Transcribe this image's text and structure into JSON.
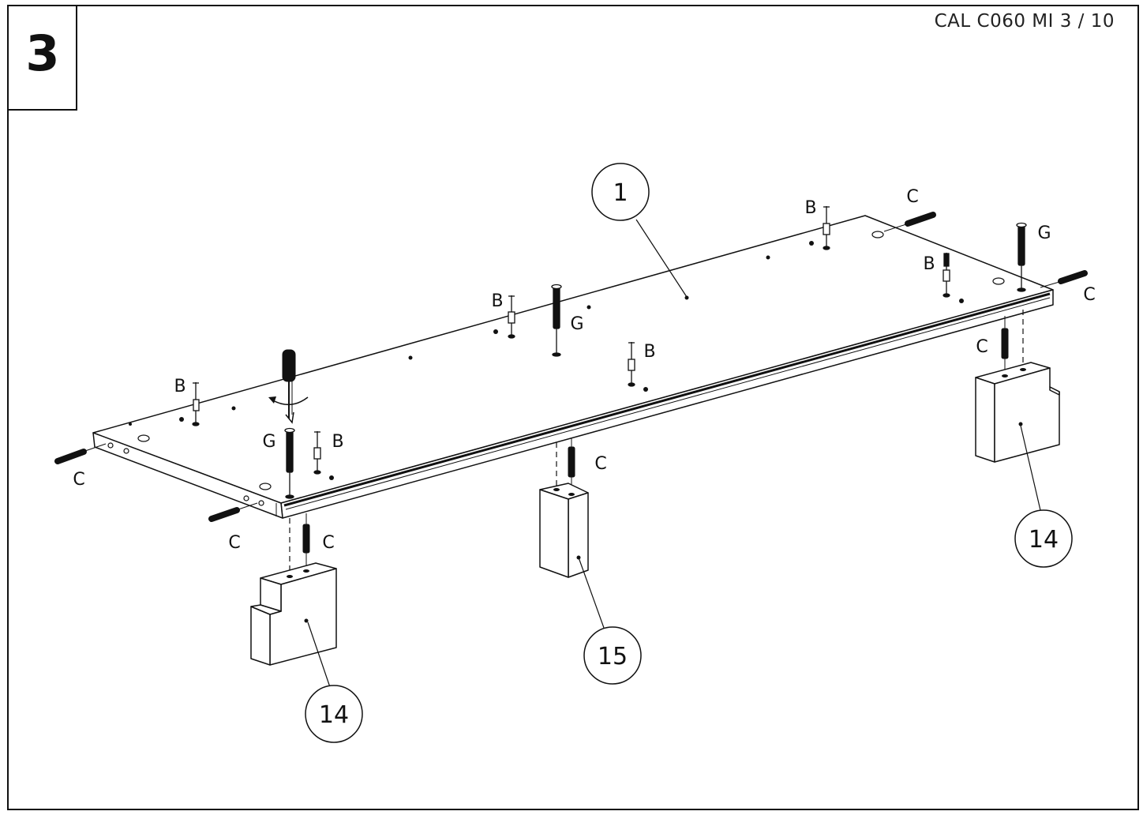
{
  "step": {
    "number": "3"
  },
  "document": {
    "reference": "CAL C060 MI  3 / 10"
  },
  "parts": [
    {
      "id": "panel-1",
      "label": "1"
    },
    {
      "id": "leg-left",
      "label": "14"
    },
    {
      "id": "leg-middle",
      "label": "15"
    },
    {
      "id": "leg-right",
      "label": "14"
    }
  ],
  "hardware_labels": [
    {
      "id": "b1",
      "label": "B"
    },
    {
      "id": "b2",
      "label": "B"
    },
    {
      "id": "b3",
      "label": "B"
    },
    {
      "id": "b4",
      "label": "B"
    },
    {
      "id": "b5",
      "label": "B"
    },
    {
      "id": "b6",
      "label": "B"
    },
    {
      "id": "g1",
      "label": "G"
    },
    {
      "id": "g2",
      "label": "G"
    },
    {
      "id": "g3",
      "label": "G"
    },
    {
      "id": "c1",
      "label": "C"
    },
    {
      "id": "c2",
      "label": "C"
    },
    {
      "id": "c3",
      "label": "C"
    },
    {
      "id": "c4",
      "label": "C"
    },
    {
      "id": "c5",
      "label": "C"
    },
    {
      "id": "c6",
      "label": "C"
    },
    {
      "id": "c7",
      "label": "C"
    }
  ]
}
